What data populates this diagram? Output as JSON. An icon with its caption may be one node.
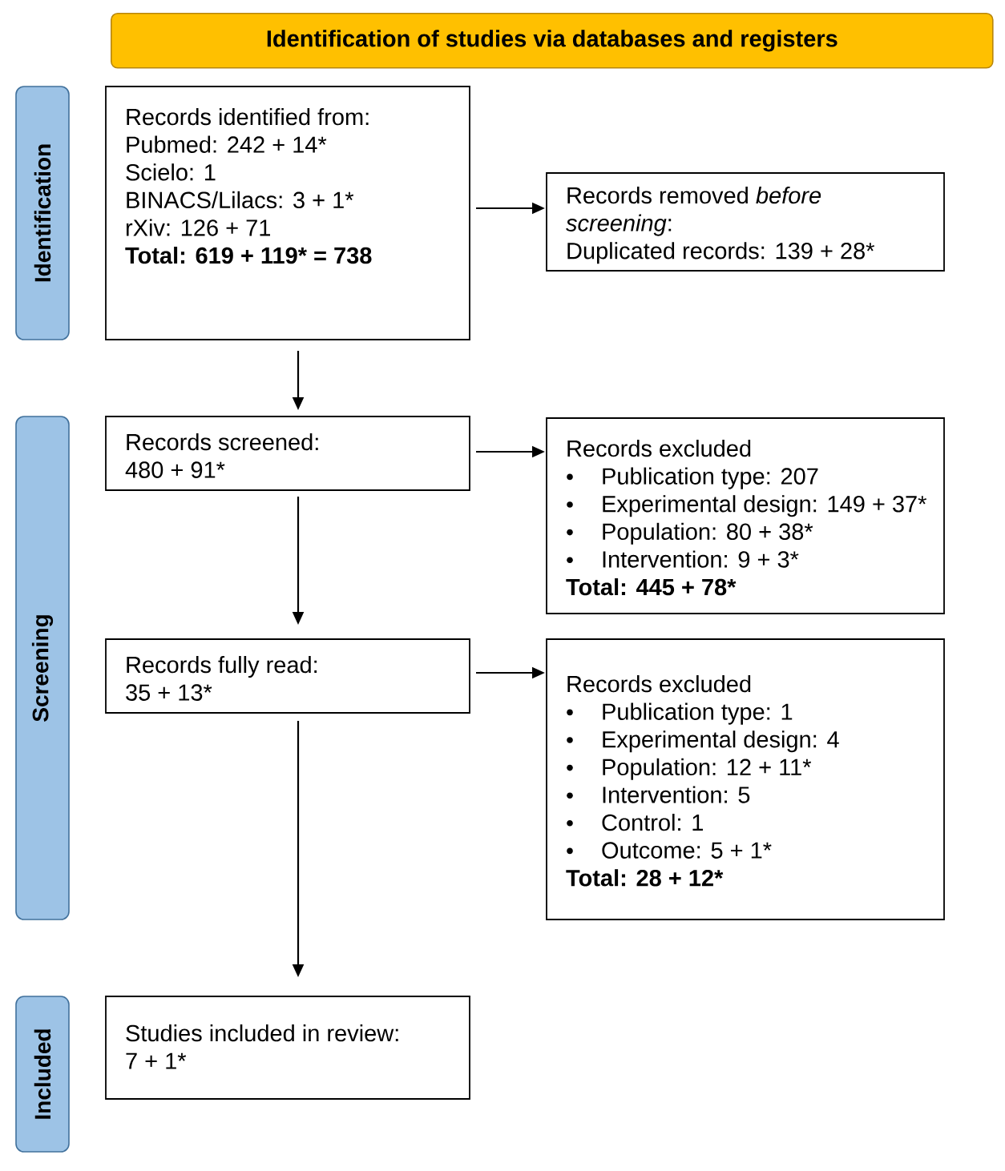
{
  "diagram": {
    "nodes": [
      {
        "text": [
          "Identification of studies via databases and registers"
        ]
      },
      {
        "text": [
          "Identification"
        ]
      },
      {
        "text": [
          "Screening"
        ]
      },
      {
        "text": [
          "Included"
        ]
      },
      {
        "text": [
          "Records identified from:",
          "Pubmed: 242 + 14*",
          "Scielo: 1",
          "BINACS/Lilacs: 3 + 1*",
          "rXiv: 126 + 71",
          "Total: 619 + 119* = 738"
        ]
      },
      {
        "text": [
          "Records removed *before screening*:",
          "Duplicated records: 139 + 28*"
        ]
      },
      {
        "text": [
          "Records screened:",
          "480 + 91*"
        ]
      },
      {
        "text": [
          "Records excluded",
          "Publication type: 207",
          "Experimental design: 149 + 37*",
          "Population: 80 + 38*",
          "Intervention: 9 + 3*",
          "Total: 445 + 78*"
        ]
      },
      {
        "text": [
          "Records fully read:",
          "35 + 13*"
        ]
      },
      {
        "text": [
          "Records excluded",
          "Publication type: 1",
          "Experimental design: 4",
          "Population: 12 + 11*",
          "Intervention: 5",
          "Control: 1",
          "Outcome: 5 + 1*",
          "Total: 28 + 12*"
        ]
      },
      {
        "text": [
          "Studies included in review:",
          "7 + 1*"
        ]
      }
    ],
    "edges": [
      {
        "from": 4,
        "to": 5,
        "arrow": "to"
      },
      {
        "from": 4,
        "to": 6,
        "arrow": "to"
      },
      {
        "from": 6,
        "to": 7,
        "arrow": "to"
      },
      {
        "from": 6,
        "to": 8,
        "arrow": "to"
      },
      {
        "from": 8,
        "to": 9,
        "arrow": "to"
      },
      {
        "from": 8,
        "to": 10,
        "arrow": "to"
      }
    ]
  }
}
